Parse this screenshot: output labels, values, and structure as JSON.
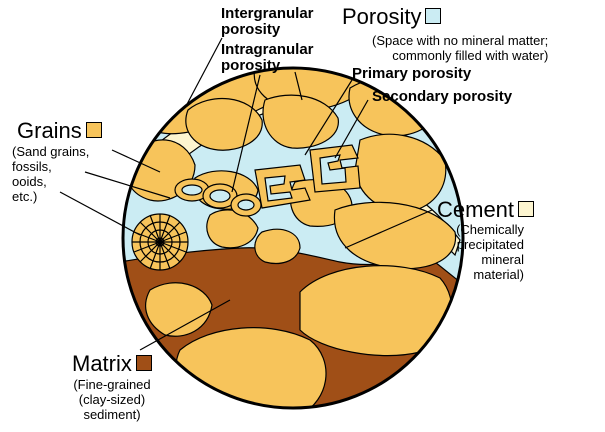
{
  "porosity": {
    "title": "Porosity",
    "desc": [
      "(Space with no mineral matter;",
      "commonly filled with water)"
    ],
    "color": "#cbecf3"
  },
  "intergranular": [
    "Intergranular",
    "porosity"
  ],
  "intragranular": [
    "Intragranular",
    "porosity"
  ],
  "primary": "Primary porosity",
  "secondary": "Secondary porosity",
  "grains": {
    "title": "Grains",
    "desc": [
      "(Sand grains,",
      "fossils,",
      "ooids,",
      "etc.)"
    ],
    "color": "#f7c45b"
  },
  "cement": {
    "title": "Cement",
    "desc": [
      "(Chemically",
      "precipitated",
      "mineral",
      "material)"
    ],
    "color": "#fdf5d0"
  },
  "matrix": {
    "title": "Matrix",
    "desc": [
      "(Fine-grained",
      "(clay-sized)",
      "sediment)"
    ],
    "color": "#a04f17"
  }
}
